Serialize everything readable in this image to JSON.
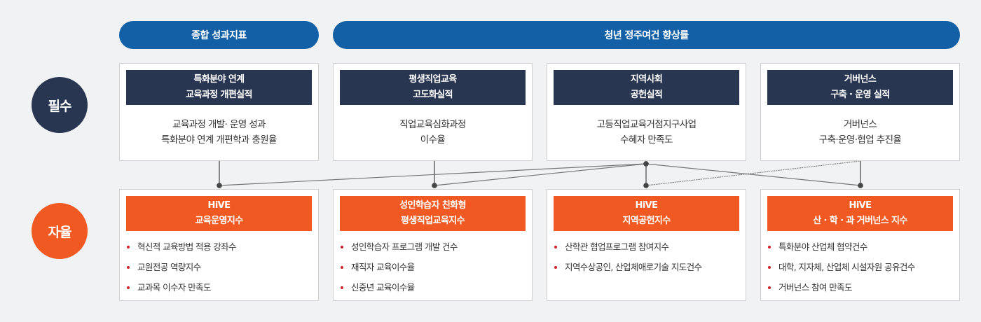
{
  "header": {
    "pills": [
      {
        "label": "종합 성과지표"
      },
      {
        "label": "청년 정주여건 향상률"
      }
    ]
  },
  "rows": {
    "required": {
      "label": "필수"
    },
    "autonomous": {
      "label": "자율"
    }
  },
  "required_boxes": [
    {
      "title_lines": [
        "특화분야 연계",
        "교육과정 개편실적"
      ],
      "desc_lines": [
        "교육과정 개발· 운영 성과",
        "특화분야 연계 개편학과 충원율"
      ]
    },
    {
      "title_lines": [
        "평생직업교육",
        "고도화실적"
      ],
      "desc_lines": [
        "직업교육심화과정",
        "이수율"
      ]
    },
    {
      "title_lines": [
        "지역사회",
        "공헌실적"
      ],
      "desc_lines": [
        "고등직업교육거점지구사업",
        "수혜자 만족도"
      ]
    },
    {
      "title_lines": [
        "거버넌스",
        "구축 · 운영 실적"
      ],
      "desc_lines": [
        "거버넌스",
        "구축·운영·협업 추진율"
      ]
    }
  ],
  "autonomous_boxes": [
    {
      "title_lines": [
        "HiVE",
        "교육운영지수"
      ],
      "items": [
        "혁신적 교육방법 적용 강좌수",
        "교원전공 역량지수",
        "교과목 이수자 만족도"
      ]
    },
    {
      "title_lines": [
        "성인학습자 친화형",
        "평생직업교육지수"
      ],
      "items": [
        "성인학습자 프로그램 개발 건수",
        "재직자 교육이수율",
        "신중년 교육이수율"
      ]
    },
    {
      "title_lines": [
        "HiVE",
        "지역공헌지수"
      ],
      "items": [
        "산학관 협업프로그램 참여지수",
        "지역수상공인, 산업체애로기술 지도건수"
      ]
    },
    {
      "title_lines": [
        "HiVE",
        "산 · 학 · 과 거버넌스 지수"
      ],
      "items": [
        "특화분야 산업체 협약건수",
        "대학, 지자체, 산업체 시설자원 공유건수",
        "거버넌스 참여 만족도"
      ]
    }
  ],
  "colors": {
    "pill_blue": "#1360a6",
    "navy": "#283651",
    "orange": "#f05a22",
    "bullet_red": "#d0202a",
    "background": "#f1f2f4"
  }
}
